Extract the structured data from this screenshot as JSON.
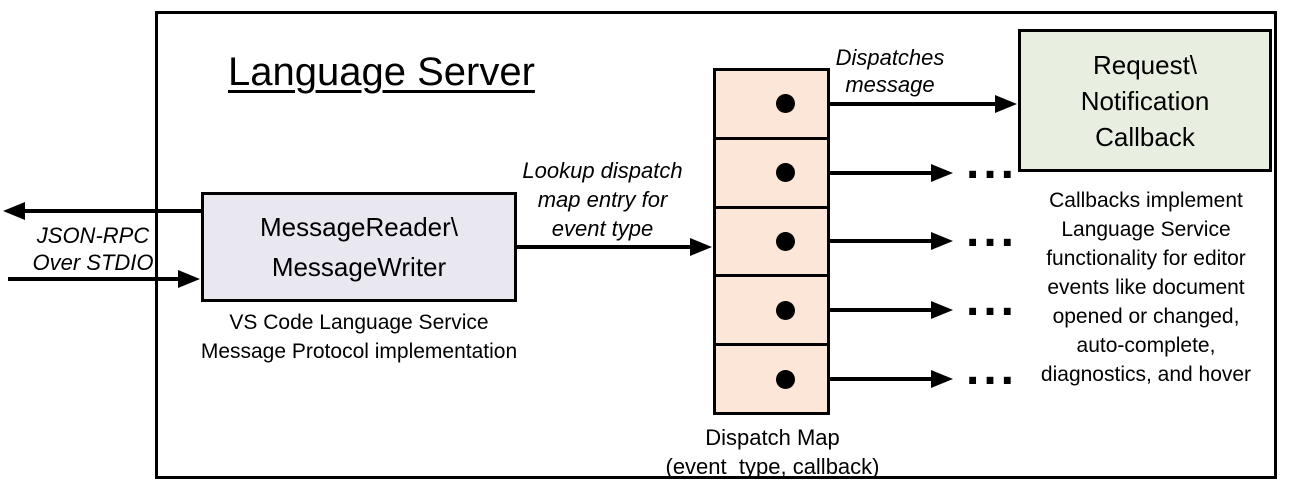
{
  "title": "Language Server",
  "io_label": {
    "lines": [
      "JSON-RPC",
      "Over STDIO"
    ]
  },
  "reader_box": {
    "lines": [
      "MessageReader\\",
      "MessageWriter"
    ]
  },
  "reader_caption": {
    "lines": [
      "VS Code Language Service",
      "Message Protocol implementation"
    ]
  },
  "lookup_label": {
    "lines": [
      "Lookup dispatch",
      "map entry for",
      "event type"
    ]
  },
  "dispatches_label": {
    "lines": [
      "Dispatches",
      "message"
    ]
  },
  "dispatch_map": {
    "cell_count": 5,
    "caption_lines": [
      "Dispatch Map",
      "(event_type, callback)"
    ]
  },
  "callback_box": {
    "lines": [
      "Request\\",
      "Notification",
      "Callback"
    ]
  },
  "callback_note": {
    "lines": [
      "Callbacks implement",
      "Language Service",
      "functionality for editor",
      "events like document",
      "opened or changed,",
      "auto-complete,",
      "diagnostics, and hover"
    ]
  },
  "ellipsis": "...",
  "colors": {
    "reader_fill": "#E9E8F1",
    "map_fill": "#FBE6D8",
    "callback_fill": "#E8EFE1",
    "line": "#000000",
    "background": "#FFFFFF"
  }
}
